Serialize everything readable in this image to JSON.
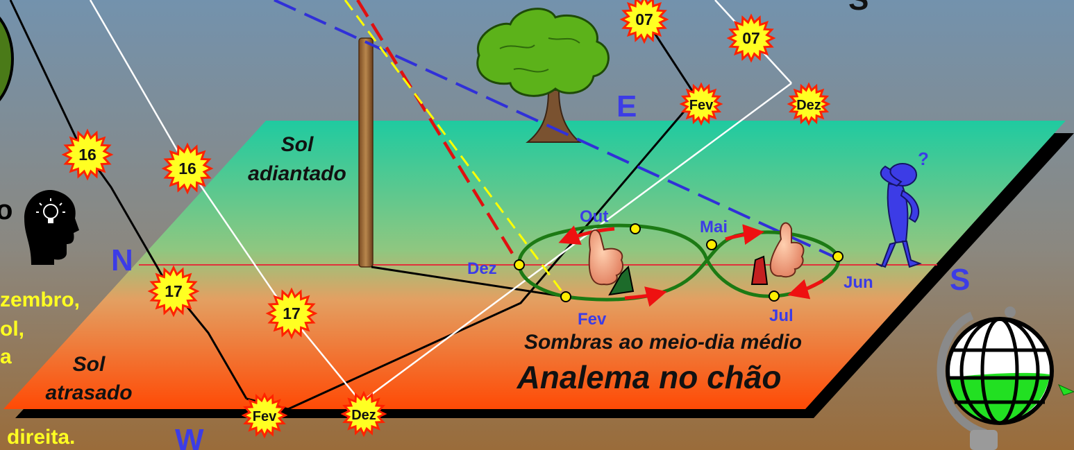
{
  "colors": {
    "bg_top": "#7392ad",
    "bg_bottom": "#9a6c3a",
    "plane_top": "#1fcaa0",
    "plane_bottom": "#ff4a05",
    "burst_fill": "#ffff22",
    "burst_stroke": "#ff2200",
    "loop_green": "#1c7a14",
    "arrow_red": "#ee1111",
    "month_blue": "#3c3ce6",
    "cardinal_blue": "#3c3ce6",
    "horizon_red": "#e0303a",
    "sun_line_blue": "#3030d8",
    "shadow_red": "#e01010",
    "shadow_yellow": "#ffff00"
  },
  "bursts": {
    "b07a": "07",
    "b07b": "07",
    "fev_top": "Fev",
    "dez_top": "Dez",
    "b16a": "16",
    "b16b": "16",
    "b17a": "17",
    "b17b": "17",
    "fev_bottom": "Fev",
    "dez_bottom": "Dez"
  },
  "cardinals": {
    "east": "E",
    "north": "N",
    "south": "S",
    "west": "W",
    "partial_top": "S",
    "partial_left": "o"
  },
  "sun_labels": {
    "ahead_line1": "Sol",
    "ahead_line2": "adiantado",
    "behind_line1": "Sol",
    "behind_line2": "atrasado"
  },
  "months": {
    "out": "Out",
    "mai": "Mai",
    "dez": "Dez",
    "jun": "Jun",
    "fev": "Fev",
    "jul": "Jul"
  },
  "captions": {
    "shadows": "Sombras ao meio-dia médio",
    "title": "Analema no chão"
  },
  "left_text": {
    "line1": "zembro,",
    "line2": "ol,",
    "line3": "a",
    "line4": "direita."
  },
  "icons": {
    "head": "head-lightbulb-icon",
    "globe": "globe-icon",
    "thumbs": "thumbs-up-icon",
    "tree": "tree-icon",
    "person": "thinking-person-icon"
  }
}
